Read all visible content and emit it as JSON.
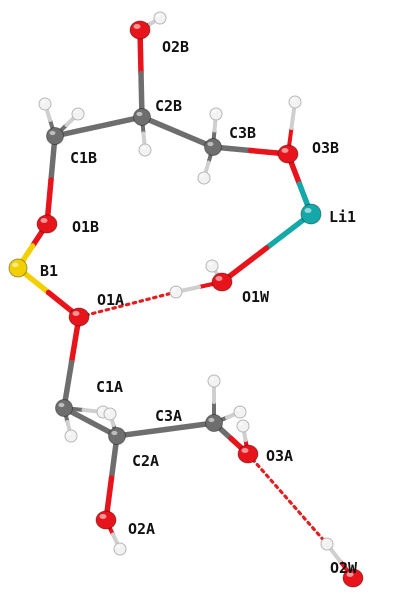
{
  "colors": {
    "carbon": "#6e6e6e",
    "oxygen": "#e8141b",
    "hydrogen": "#f2f2f2",
    "boron": "#f2d000",
    "lithium": "#14a8a8",
    "hbond": "#e02020",
    "label": "#111111"
  },
  "atoms": [
    {
      "id": "O2B",
      "el": "O"
    },
    {
      "id": "H_O2B",
      "el": "H"
    },
    {
      "id": "C2B",
      "el": "C"
    },
    {
      "id": "H_C2B",
      "el": "H"
    },
    {
      "id": "C1B",
      "el": "C"
    },
    {
      "id": "H1_C1B",
      "el": "H"
    },
    {
      "id": "H2_C1B",
      "el": "H"
    },
    {
      "id": "C3B",
      "el": "C"
    },
    {
      "id": "H1_C3B",
      "el": "H"
    },
    {
      "id": "H2_C3B",
      "el": "H"
    },
    {
      "id": "O3B",
      "el": "O"
    },
    {
      "id": "H_O3B",
      "el": "H"
    },
    {
      "id": "Li1",
      "el": "Li"
    },
    {
      "id": "O1B",
      "el": "O"
    },
    {
      "id": "B1",
      "el": "B"
    },
    {
      "id": "O1W",
      "el": "O"
    },
    {
      "id": "H1_O1W",
      "el": "H"
    },
    {
      "id": "H2_O1W",
      "el": "H"
    },
    {
      "id": "O1A",
      "el": "O"
    },
    {
      "id": "C1A",
      "el": "C"
    },
    {
      "id": "H1_C1A",
      "el": "H"
    },
    {
      "id": "H2_C1A",
      "el": "H"
    },
    {
      "id": "C2A",
      "el": "C"
    },
    {
      "id": "H_C2A",
      "el": "H"
    },
    {
      "id": "C3A",
      "el": "C"
    },
    {
      "id": "H1_C3A",
      "el": "H"
    },
    {
      "id": "H2_C3A",
      "el": "H"
    },
    {
      "id": "O3A",
      "el": "O"
    },
    {
      "id": "H_O3A",
      "el": "H"
    },
    {
      "id": "O2A",
      "el": "O"
    },
    {
      "id": "H_O2A",
      "el": "H"
    },
    {
      "id": "O2W",
      "el": "O"
    },
    {
      "id": "H_O2W",
      "el": "H"
    }
  ],
  "bonds": [
    [
      "O2B",
      "H_O2B"
    ],
    [
      "O2B",
      "C2B"
    ],
    [
      "C2B",
      "H_C2B"
    ],
    [
      "C2B",
      "C1B"
    ],
    [
      "C2B",
      "C3B"
    ],
    [
      "C1B",
      "H1_C1B"
    ],
    [
      "C1B",
      "H2_C1B"
    ],
    [
      "C1B",
      "O1B"
    ],
    [
      "C3B",
      "H1_C3B"
    ],
    [
      "C3B",
      "H2_C3B"
    ],
    [
      "C3B",
      "O3B"
    ],
    [
      "O3B",
      "H_O3B"
    ],
    [
      "O3B",
      "Li1"
    ],
    [
      "Li1",
      "O1W"
    ],
    [
      "O1B",
      "B1"
    ],
    [
      "B1",
      "O1A"
    ],
    [
      "O1W",
      "H1_O1W"
    ],
    [
      "O1W",
      "H2_O1W"
    ],
    [
      "O1A",
      "C1A"
    ],
    [
      "C1A",
      "H1_C1A"
    ],
    [
      "C1A",
      "H2_C1A"
    ],
    [
      "C1A",
      "C2A"
    ],
    [
      "C2A",
      "H_C2A"
    ],
    [
      "C2A",
      "C3A"
    ],
    [
      "C2A",
      "O2A"
    ],
    [
      "O2A",
      "H_O2A"
    ],
    [
      "C3A",
      "H1_C3A"
    ],
    [
      "C3A",
      "H2_C3A"
    ],
    [
      "C3A",
      "O3A"
    ],
    [
      "O3A",
      "H_O3A"
    ],
    [
      "O2W",
      "H_O2W"
    ]
  ],
  "hbonds": [
    [
      "O1A",
      "H1_O1W"
    ],
    [
      "O3A",
      "H_O2W"
    ]
  ],
  "labels": {
    "o2b": "O2B",
    "c2b": "C2B",
    "c1b": "C1B",
    "c3b": "C3B",
    "o3b": "O3B",
    "li1": "Li1",
    "o1b": "O1B",
    "b1": "B1",
    "o1a": "O1A",
    "o1w": "O1W",
    "c1a": "C1A",
    "c3a": "C3A",
    "c2a": "C2A",
    "o3a": "O3A",
    "o2a": "O2A",
    "o2w": "O2W"
  }
}
